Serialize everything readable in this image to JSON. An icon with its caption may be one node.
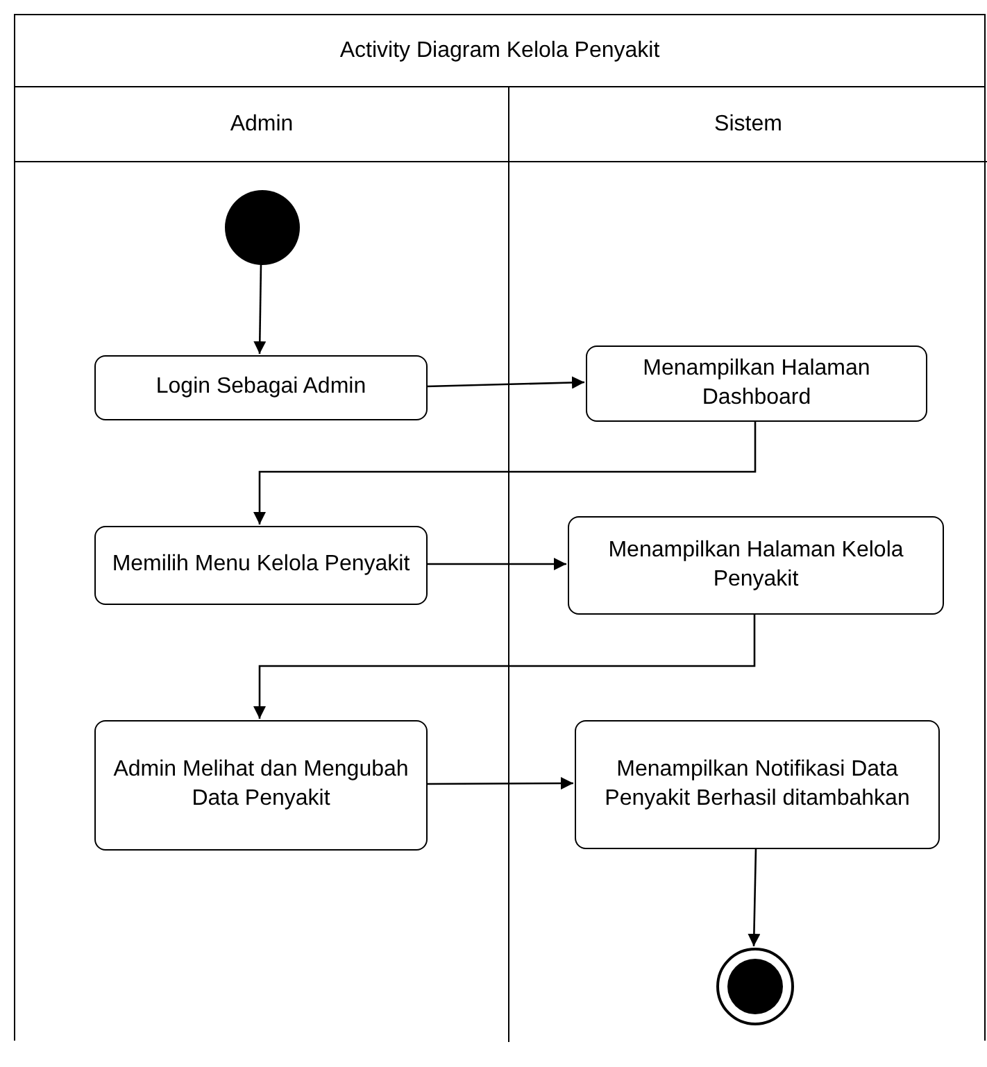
{
  "diagram": {
    "nodes": [
      {
        "text": [
          "Activity Diagram Kelola Penyakit"
        ]
      },
      {
        "text": [
          "Admin"
        ],
        "in": 0
      },
      {
        "text": [
          "Sistem"
        ],
        "in": 0
      },
      {
        "text": [],
        "shape": "circle",
        "in": 1
      },
      {
        "text": [
          "Login Sebagai Admin"
        ],
        "in": 1
      },
      {
        "text": [
          "Menampilkan Halaman Dashboard"
        ],
        "in": 2
      },
      {
        "text": [
          "Memilih Menu Kelola Penyakit"
        ],
        "in": 1
      },
      {
        "text": [
          "Menampilkan Halaman Kelola Penyakit"
        ],
        "in": 2
      },
      {
        "text": [
          "Admin Melihat dan Mengubah Data Penyakit"
        ],
        "in": 1
      },
      {
        "text": [
          "Menampilkan Notifikasi Data Penyakit Berhasil ditambahkan"
        ],
        "in": 2
      },
      {
        "text": [],
        "shape": "circle",
        "in": 2
      }
    ],
    "edges": [
      {
        "from": 3,
        "to": 4,
        "arrow": "to"
      },
      {
        "from": 4,
        "to": 5,
        "arrow": "to"
      },
      {
        "from": 5,
        "to": 6,
        "arrow": "to"
      },
      {
        "from": 6,
        "to": 7,
        "arrow": "to"
      },
      {
        "from": 7,
        "to": 8,
        "arrow": "to"
      },
      {
        "from": 8,
        "to": 9,
        "arrow": "to"
      },
      {
        "from": 9,
        "to": 10,
        "arrow": "to"
      }
    ]
  }
}
